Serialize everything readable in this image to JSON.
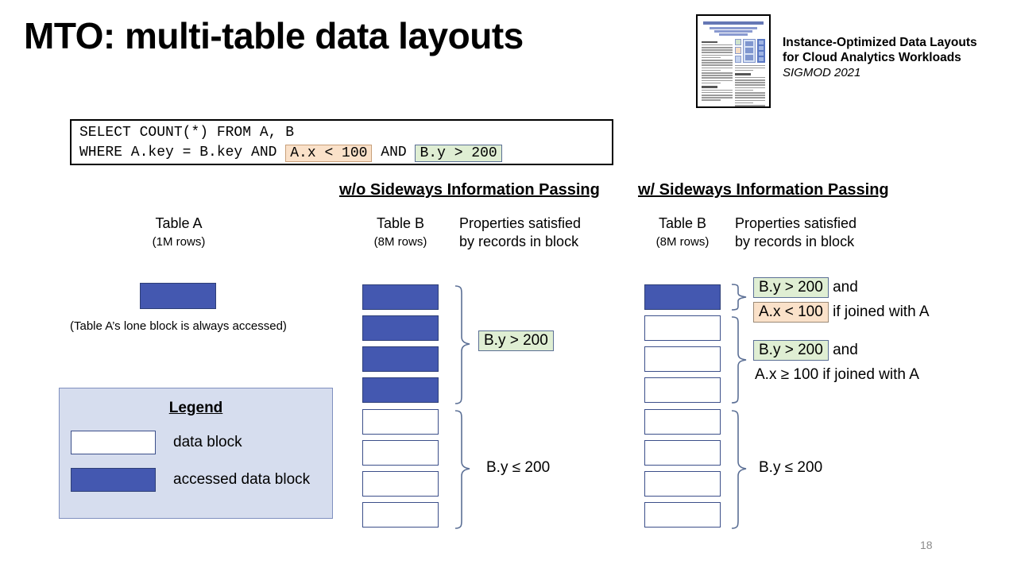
{
  "slide": {
    "title": "MTO: multi-table data layouts",
    "page_number": "18"
  },
  "paper_reference": {
    "thumbnail_icon": "paper-thumbnail",
    "title_line1": "Instance-Optimized  Data Layouts",
    "title_line2": "for Cloud Analytics  Workloads",
    "venue": "SIGMOD 2021"
  },
  "sql": {
    "line1": "SELECT COUNT(*) FROM A, B",
    "line2_prefix": "WHERE A.key = B.key AND ",
    "predicate_a": "A.x < 100",
    "line2_conjunction": " AND ",
    "predicate_b": "B.y > 200"
  },
  "sections": {
    "without_sip": "w/o Sideways Information Passing",
    "with_sip": "w/ Sideways Information Passing"
  },
  "left_panel": {
    "table_a": {
      "name": "Table A",
      "rows": "(1M rows)",
      "note": "(Table A’s lone block is always accessed)",
      "blocks": [
        {
          "accessed": true
        }
      ]
    },
    "table_b": {
      "name": "Table B",
      "rows": "(8M rows)",
      "properties_header_line1": "Properties satisfied",
      "properties_header_line2": "by records in block",
      "blocks": [
        {
          "accessed": true
        },
        {
          "accessed": true
        },
        {
          "accessed": true
        },
        {
          "accessed": true
        },
        {
          "accessed": false
        },
        {
          "accessed": false
        },
        {
          "accessed": false
        },
        {
          "accessed": false
        }
      ],
      "groups": [
        {
          "block_count": 4,
          "chip": "B.y > 200",
          "chip_style": "green",
          "tail": ""
        },
        {
          "block_count": 4,
          "chip": null,
          "plain": "B.y ≤ 200"
        }
      ]
    }
  },
  "right_panel": {
    "table_b": {
      "name": "Table B",
      "rows": "(8M rows)",
      "properties_header_line1": "Properties satisfied",
      "properties_header_line2": "by records in block",
      "blocks": [
        {
          "accessed": true
        },
        {
          "accessed": false
        },
        {
          "accessed": false
        },
        {
          "accessed": false
        },
        {
          "accessed": false
        },
        {
          "accessed": false
        },
        {
          "accessed": false
        },
        {
          "accessed": false
        }
      ],
      "annotations": {
        "group1_line1_chip": "B.y > 200",
        "group1_line1_tail": "and",
        "group1_line2_chip": "A.x < 100",
        "group1_line2_tail": "if joined with A",
        "group2_line1_chip": "B.y > 200",
        "group2_line1_tail": "and",
        "group2_line2_plain": "A.x ≥ 100 if joined with A",
        "group3_plain": "B.y ≤ 200"
      }
    }
  },
  "legend": {
    "title": "Legend",
    "items": [
      {
        "label": "data block",
        "accessed": false
      },
      {
        "label": "accessed data block",
        "accessed": true
      }
    ]
  },
  "colors": {
    "accessed_block": "#4458b0",
    "block_border": "#3c4f8a",
    "highlight_green": "#dfeed3",
    "highlight_orange": "#fae1c9",
    "legend_background": "#d6ddee"
  }
}
